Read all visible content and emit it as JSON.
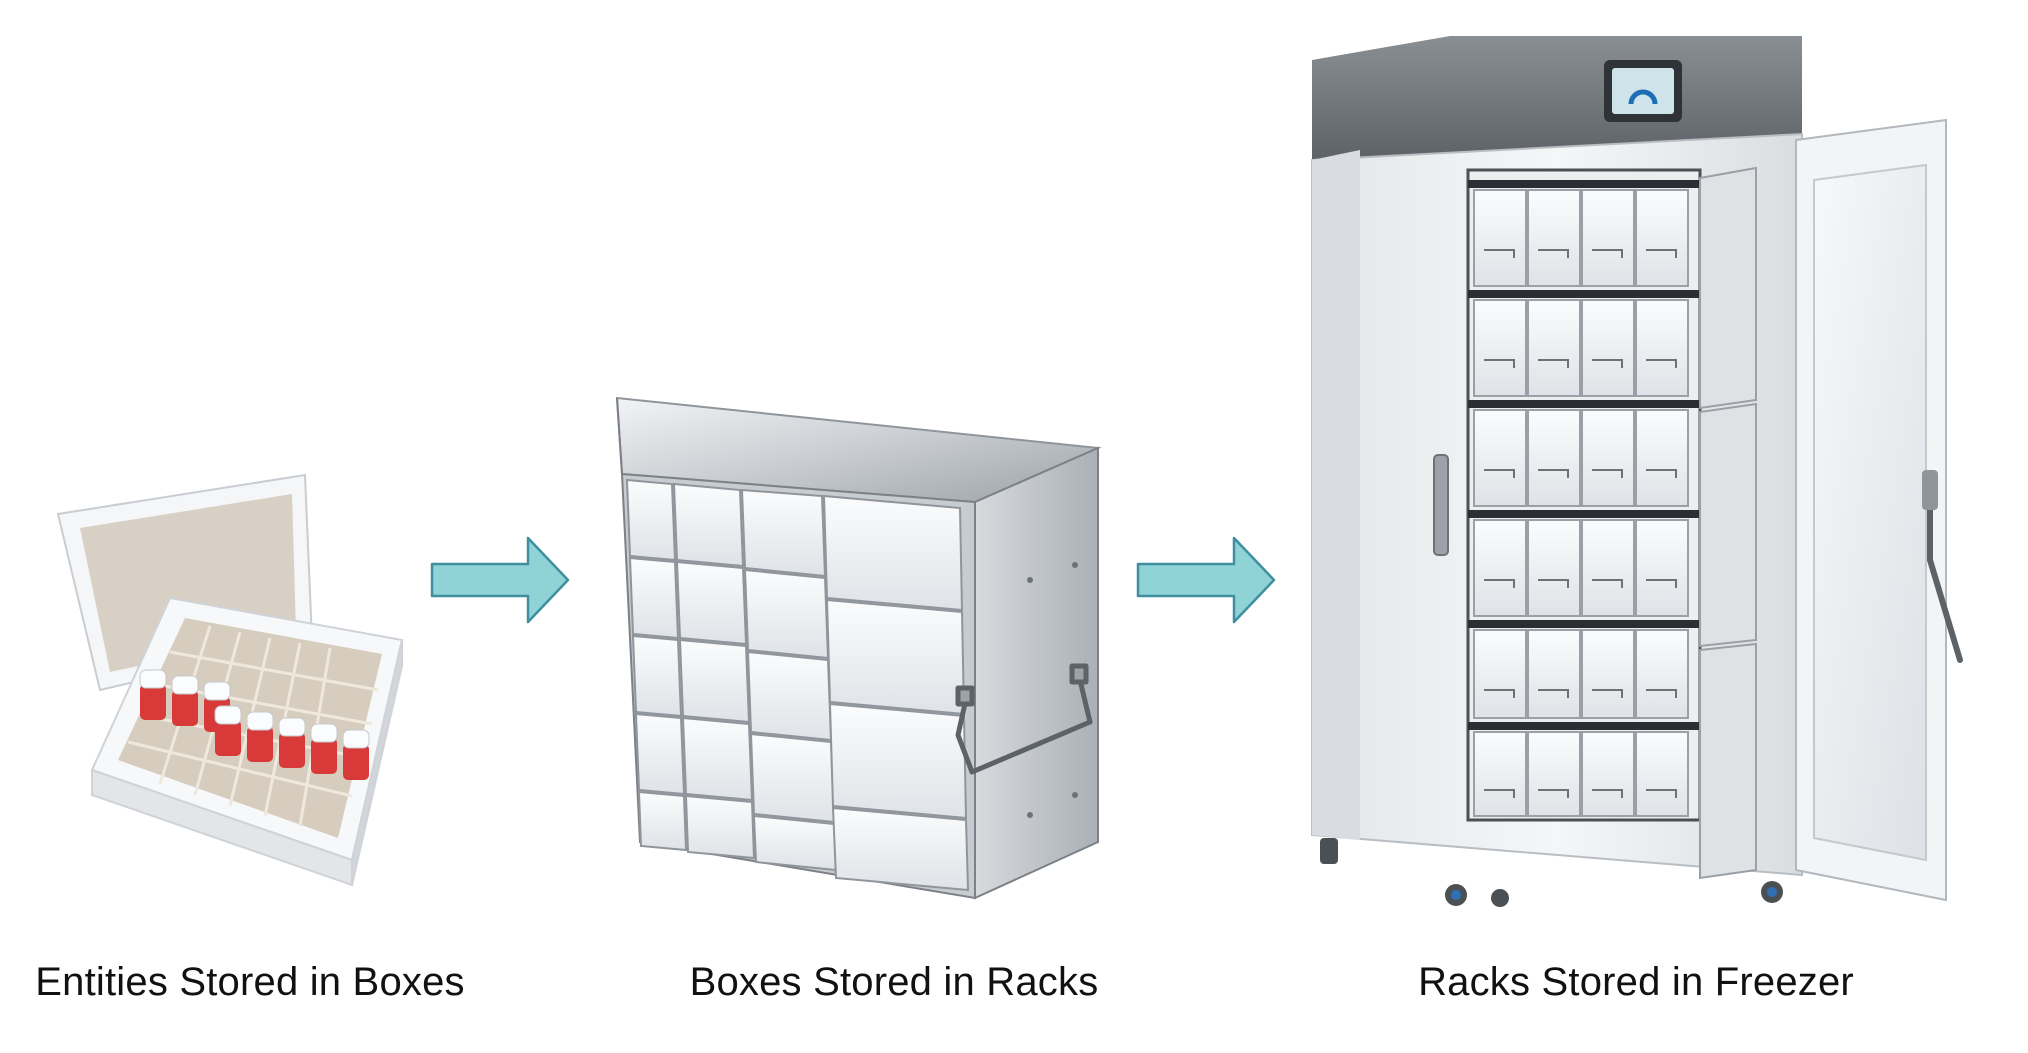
{
  "stages": [
    {
      "caption": "Entities Stored in Boxes",
      "icon": "cryo-box-icon"
    },
    {
      "caption": "Boxes Stored in Racks",
      "icon": "freezer-rack-icon"
    },
    {
      "caption": "Racks Stored in Freezer",
      "icon": "upright-freezer-icon"
    }
  ],
  "arrows": [
    {
      "icon": "right-arrow-icon"
    },
    {
      "icon": "right-arrow-icon"
    }
  ],
  "colors": {
    "arrow_fill": "#8fd3d6",
    "arrow_stroke": "#3f8fa0",
    "box_white": "#f4f6f8",
    "box_interior": "#d9d0c5",
    "vial_cap": "#d83a3a",
    "steel_light": "#e4e7ea",
    "steel_dark": "#8f959b",
    "freezer_body": "#eef0f2",
    "freezer_top": "#6e7378",
    "caption_text": "#111111"
  }
}
